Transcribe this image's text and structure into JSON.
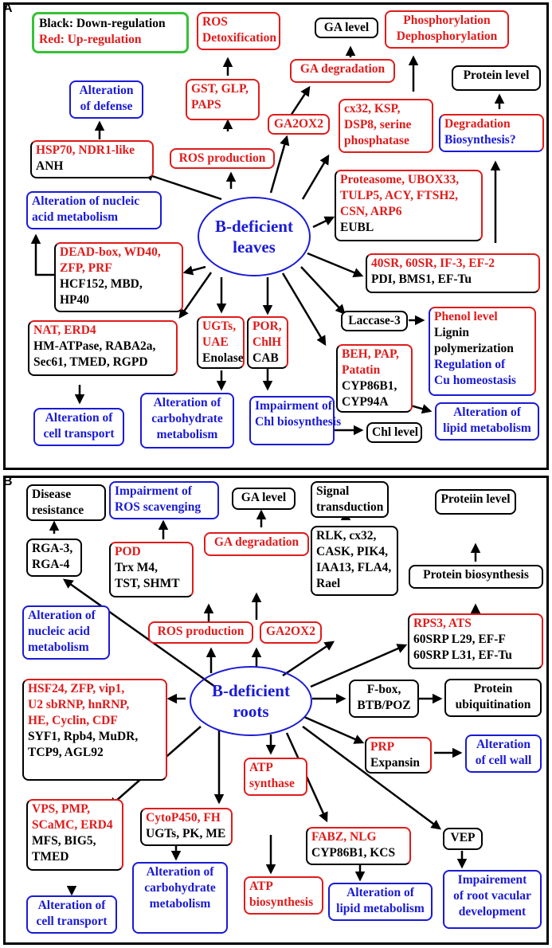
{
  "panel_a": {
    "label": "A",
    "legend": {
      "down": "Black: Down-regulation",
      "up": "Red: Up-regulation"
    },
    "center": [
      "B-deficient",
      "leaves"
    ],
    "nodes": {
      "ros_detox": [
        "ROS",
        "Detoxification"
      ],
      "ga_level": "GA level",
      "phospho": [
        "Phosphorylation",
        "Dephosphorylation"
      ],
      "alt_defense": [
        "Alteration",
        "of defense"
      ],
      "gst": [
        "GST, GLP,",
        "PAPS"
      ],
      "ga_degradation": "GA degradation",
      "protein_level": "Protein level",
      "hsp70_red": "HSP70, NDR1-like",
      "hsp70_black": "ANH",
      "ros_production": "ROS production",
      "ga2ox2": "GA2OX2",
      "cx32": [
        "cx32, KSP,",
        "DSP8, serine",
        "phosphatase"
      ],
      "degradation_red": "Degradation",
      "degradation_blue": "Biosynthesis?",
      "alt_nucleic": [
        "Alteration of nucleic",
        "acid metabolism"
      ],
      "proteasome_red": [
        "Proteasome, UBOX33,",
        "TULP5, ACY, FTSH2,",
        "CSN, ARP6"
      ],
      "proteasome_black": "EUBL",
      "dead_red": [
        "DEAD-box, WD40,",
        "ZFP, PRF"
      ],
      "dead_black": [
        "HCF152, MBD,",
        "HP40"
      ],
      "sr40_red": "40SR, 60SR, IF-3, EF-2",
      "sr40_black": "PDI, BMS1, EF-Tu",
      "nat_red": "NAT, ERD4",
      "nat_black": [
        "HM-ATPase, RABA2a,",
        "Sec61, TMED, RGPD"
      ],
      "ugts_red": [
        "UGTs,",
        "UAE"
      ],
      "ugts_black": "Enolase",
      "por_red": [
        "POR,",
        "ChlH"
      ],
      "por_black": "CAB",
      "laccase": "Laccase-3",
      "phenol_red": "Phenol level",
      "phenol_black": [
        "Lignin",
        "polymerization"
      ],
      "phenol_blue": [
        "Regulation of",
        "Cu homeostasis"
      ],
      "beh_red": [
        "BEH, PAP,",
        "Patatin"
      ],
      "beh_black": [
        "CYP86B1,",
        "CYP94A"
      ],
      "alt_cell_transport": [
        "Alteration of",
        "cell transport"
      ],
      "alt_carbo": [
        "Alteration of",
        "carbohydrate",
        "metabolism"
      ],
      "impair_chl": [
        "Impairment of",
        "Chl biosynthesis"
      ],
      "chl_level": "Chl level",
      "alt_lipid": [
        "Alteration of",
        "lipid metabolism"
      ]
    }
  },
  "panel_b": {
    "label": "B",
    "center": [
      "B-deficient",
      "roots"
    ],
    "nodes": {
      "disease": [
        "Disease",
        "resistance"
      ],
      "impair_ros": [
        "Impairment of",
        "ROS scavenging"
      ],
      "ga_level": "GA level",
      "signal": [
        "Signal",
        "transduction"
      ],
      "protein_level": "Proteiin level",
      "rga": [
        "RGA-3,",
        "RGA-4"
      ],
      "pod_red": "POD",
      "pod_black": [
        "Trx M4,",
        "TST, SHMT"
      ],
      "ga_degradation": "GA degradation",
      "rlk": [
        "RLK, cx32,",
        "CASK, PIK4,",
        "IAA13, FLA4,",
        "Rael"
      ],
      "protein_biosynth": "Protein biosynthesis",
      "rps3_red": "RPS3, ATS",
      "rps3_black": [
        "60SRP L29, EF-F",
        "60SRP L31, EF-Tu"
      ],
      "alt_nucleic": [
        "Alteration of",
        "nucleic acid",
        "metabolism"
      ],
      "ros_production": "ROS production",
      "ga2ox2": "GA2OX2",
      "fbox": [
        "F-box,",
        "BTB/POZ"
      ],
      "ubiquitination": [
        "Protein",
        "ubiquitination"
      ],
      "hsf_red": [
        "HSF24, ZFP, vip1,",
        "U2 sbRNP, hnRNP,",
        "HE, Cyclin, CDF"
      ],
      "hsf_black": [
        "SYF1, Rpb4, MuDR,",
        "TCP9, AGL92"
      ],
      "prp_red": "PRP",
      "prp_black": "Expansin",
      "alt_cell_wall": [
        "Alteration",
        "of cell wall"
      ],
      "atp_synthase": [
        "ATP",
        "synthase"
      ],
      "vps_red": [
        "VPS, PMP,",
        "SCaMC, ERD4"
      ],
      "vps_black": [
        "MFS, BIG5,",
        "TMED"
      ],
      "cyto_red": "CytoP450, FH",
      "cyto_black": "UGTs, PK, ME",
      "fabz_red": "FABZ, NLG",
      "fabz_black": "CYP86B1, KCS",
      "vep": "VEP",
      "alt_cell_transport": [
        "Alteration of",
        "cell transport"
      ],
      "alt_carbo": [
        "Alteration of",
        "carbohydrate",
        "metabolism"
      ],
      "atp_biosynth": [
        "ATP",
        "biosynthesis"
      ],
      "alt_lipid": [
        "Alteration of",
        "lipid metabolism"
      ],
      "impair_root": [
        "Impairement",
        "of root vacular",
        "development"
      ]
    }
  }
}
